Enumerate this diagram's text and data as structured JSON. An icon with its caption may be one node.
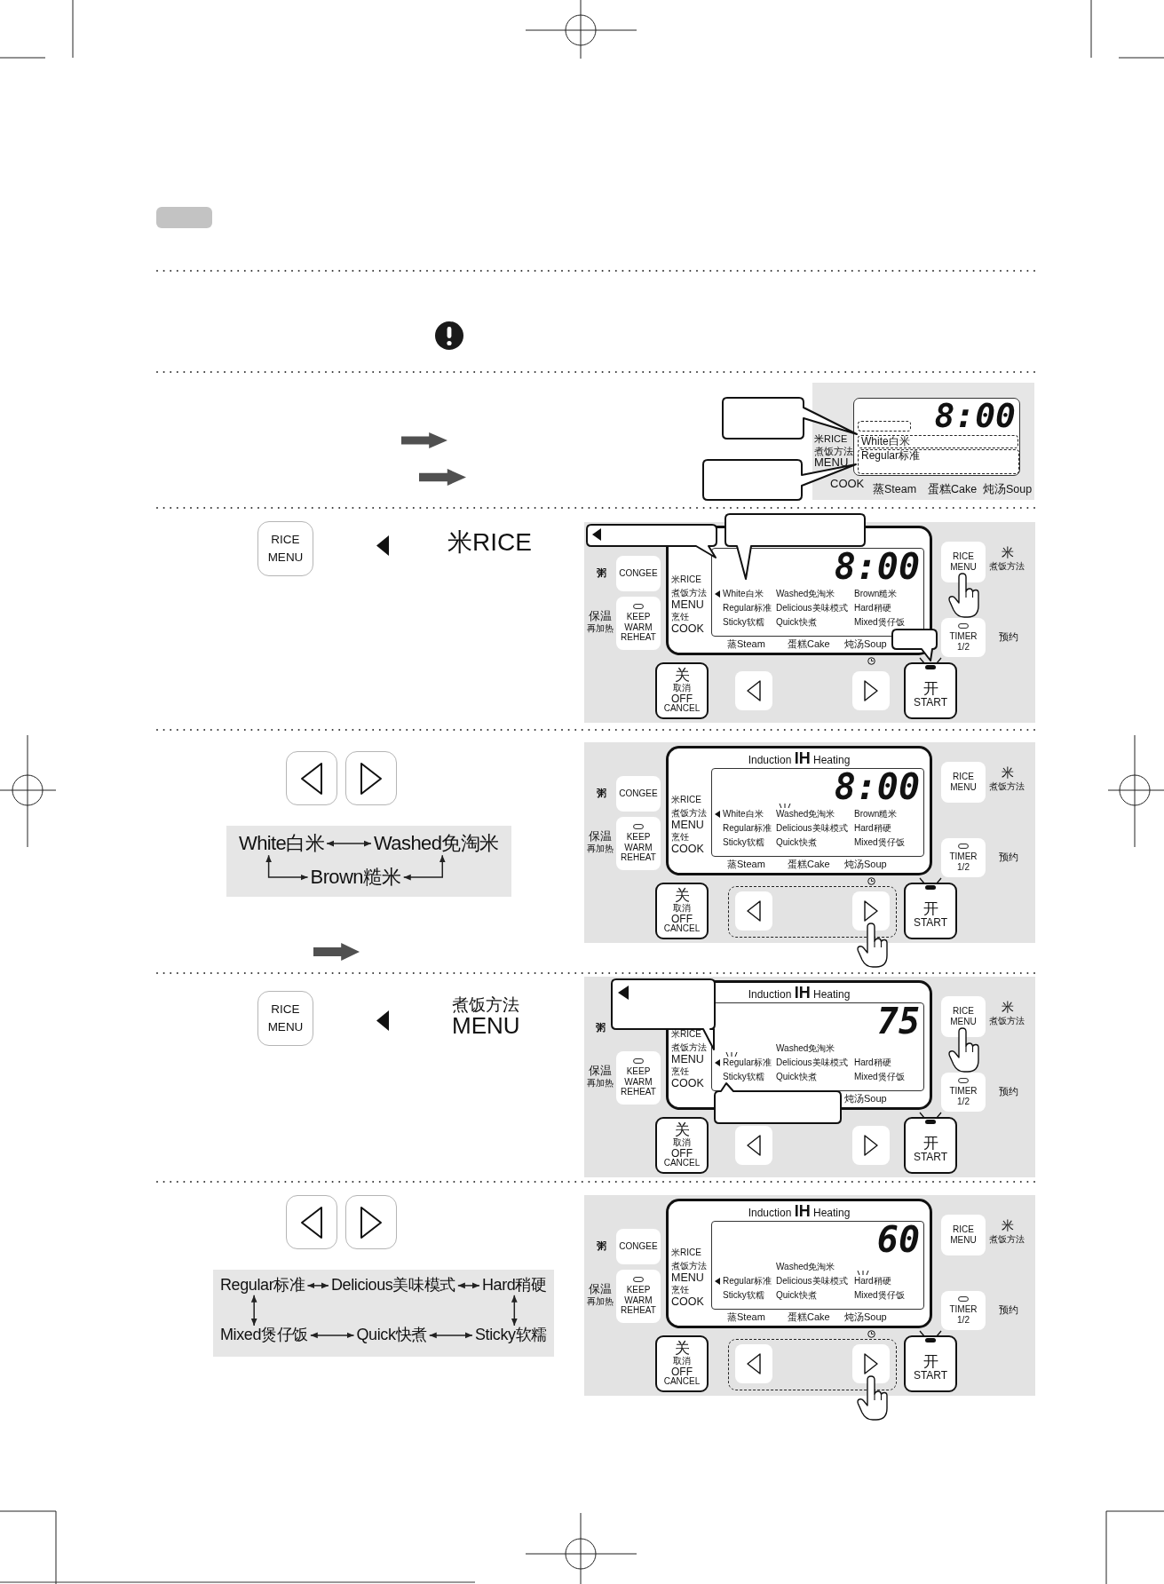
{
  "diagram": {
    "nodes": [
      {
        "text": [],
        "shape": "callout"
      },
      {
        "text": [],
        "shape": "callout"
      },
      {
        "text": [
          "米RICE",
          "煮饭方法 MENU",
          "COOK",
          "蒸Steam",
          "蛋糕Cake",
          "炖汤Soup"
        ]
      },
      {
        "text": [
          "8:00"
        ],
        "in": 2
      },
      {
        "text": [],
        "shape": "box",
        "in": 3
      },
      {
        "text": [
          "White白米"
        ],
        "in": 3
      },
      {
        "text": [
          "Regular标准"
        ],
        "in": 3
      },
      {
        "text": [
          "RICE MENU"
        ]
      },
      {
        "text": [],
        "shape": "box"
      },
      {
        "text": [],
        "shape": "callout",
        "in": 8
      },
      {
        "text": [],
        "shape": "callout"
      },
      {
        "text": [
          "米RICE",
          "煮饭方法 MENU",
          "烹饪 COOK",
          "蒸Steam",
          "蛋糕Cake",
          "炖汤Soup"
        ],
        "in": 8
      },
      {
        "text": [
          "8:00",
          "White白米",
          "Washed免淘米",
          "Brown糙米",
          "Regular标准",
          "Delicious美味模式",
          "Hard稍硬",
          "Sticky软糯",
          "Quick快煮",
          "Mixed煲仔饭"
        ],
        "in": 11
      },
      {
        "text": [
          "CONGEE"
        ],
        "beside": [
          "粥"
        ],
        "in": 8
      },
      {
        "text": [
          "KEEP WARM REHEAT"
        ],
        "beside": [
          "保温再加热"
        ],
        "in": 8
      },
      {
        "text": [
          "RICE MENU"
        ],
        "beside": [
          "米煮饭方法"
        ],
        "in": 8
      },
      {
        "text": [
          "TIMER 1/2"
        ],
        "beside": [
          "预约"
        ],
        "in": 8
      },
      {
        "text": [
          "关",
          "取消",
          "OFF",
          "CANCEL"
        ],
        "in": 8
      },
      {
        "text": [],
        "shape": "box",
        "in": 8
      },
      {
        "text": [],
        "shape": "box",
        "in": 8
      },
      {
        "text": [
          "开",
          "START"
        ],
        "in": 8
      },
      {
        "text": [],
        "shape": "callout",
        "in": 8
      },
      {
        "text": [],
        "shape": "box"
      },
      {
        "text": [],
        "shape": "box"
      },
      {
        "text": [],
        "shape": "box"
      },
      {
        "text": [
          "White白米"
        ],
        "in": 24
      },
      {
        "text": [
          "Washed免淘米"
        ],
        "in": 24
      },
      {
        "text": [
          "Brown糙米"
        ],
        "in": 24
      },
      {
        "text": [],
        "shape": "box"
      },
      {
        "text": [
          "Induction **IH** Heating",
          "米RICE",
          "煮饭方法 MENU",
          "烹饪 COOK",
          "蒸Steam",
          "蛋糕Cake",
          "炖汤Soup"
        ],
        "in": 28
      },
      {
        "text": [
          "8:00",
          "White白米",
          "Washed免淘米",
          "Brown糙米",
          "Regular标准",
          "Delicious美味模式",
          "Hard稍硬",
          "Sticky软糯",
          "Quick快煮",
          "Mixed煲仔饭"
        ],
        "in": 29
      },
      {
        "text": [
          "CONGEE"
        ],
        "beside": [
          "粥"
        ],
        "in": 28
      },
      {
        "text": [
          "KEEP WARM REHEAT"
        ],
        "beside": [
          "保温再加热"
        ],
        "in": 28
      },
      {
        "text": [
          "RICE MENU"
        ],
        "beside": [
          "米煮饭方法"
        ],
        "in": 28
      },
      {
        "text": [
          "TIMER 1/2"
        ],
        "beside": [
          "预约"
        ],
        "in": 28
      },
      {
        "text": [
          "关",
          "取消",
          "OFF",
          "CANCEL"
        ],
        "in": 28
      },
      {
        "text": [],
        "shape": "box",
        "in": 28
      },
      {
        "text": [],
        "shape": "box",
        "in": 36
      },
      {
        "text": [],
        "shape": "box",
        "in": 36
      },
      {
        "text": [
          "开",
          "START"
        ],
        "in": 28
      },
      {
        "text": [
          "RICE MENU"
        ]
      },
      {
        "text": [
          "粥"
        ]
      },
      {
        "text": [],
        "shape": "callout",
        "in": 41
      },
      {
        "text": [
          "Induction **IH** Heating",
          "米RICE",
          "煮饭方法 MENU",
          "烹饪 COOK",
          "炖汤Soup"
        ],
        "in": 41
      },
      {
        "text": [
          "75",
          "Washed免淘米",
          "Regular标准",
          "Delicious美味模式",
          "Hard稍硬",
          "Sticky软糯",
          "Quick快煮",
          "Mixed煲仔饭"
        ],
        "in": 43
      },
      {
        "text": [
          "KEEP WARM REHEAT"
        ],
        "beside": [
          "保温再加热"
        ],
        "in": 41
      },
      {
        "text": [
          "RICE MENU"
        ],
        "beside": [
          "米煮饭方法"
        ],
        "in": 41
      },
      {
        "text": [
          "TIMER 1/2"
        ],
        "beside": [
          "预约"
        ],
        "in": 41
      },
      {
        "text": [
          "关",
          "取消",
          "OFF",
          "CANCEL"
        ],
        "in": 41
      },
      {
        "text": [],
        "shape": "box",
        "in": 41
      },
      {
        "text": [],
        "shape": "box",
        "in": 41
      },
      {
        "text": [
          "开",
          "START"
        ],
        "in": 41
      },
      {
        "text": [],
        "shape": "callout",
        "in": 41
      },
      {
        "text": [],
        "shape": "box"
      },
      {
        "text": [],
        "shape": "box"
      },
      {
        "text": [],
        "shape": "box"
      },
      {
        "text": [
          "Regular标准"
        ],
        "in": 55
      },
      {
        "text": [
          "Delicious美味模式"
        ],
        "in": 55
      },
      {
        "text": [
          "Hard稍硬"
        ],
        "in": 55
      },
      {
        "text": [
          "Mixed煲仔饭"
        ],
        "in": 55
      },
      {
        "text": [
          "Quick快煮"
        ],
        "in": 55
      },
      {
        "text": [
          "Sticky软糯"
        ],
        "in": 55
      },
      {
        "text": [],
        "shape": "box"
      },
      {
        "text": [
          "Induction **IH** Heating",
          "米RICE",
          "煮饭方法 MENU",
          "烹饪 COOK",
          "蒸Steam",
          "蛋糕Cake",
          "炖汤Soup"
        ],
        "in": 62
      },
      {
        "text": [
          "60",
          "Washed免淘米",
          "Regular标准",
          "Delicious美味模式",
          "Hard稍硬",
          "Sticky软糯",
          "Quick快煮",
          "Mixed煲仔饭"
        ],
        "in": 63
      },
      {
        "text": [
          "CONGEE"
        ],
        "beside": [
          "粥"
        ],
        "in": 62
      },
      {
        "text": [
          "KEEP WARM REHEAT"
        ],
        "beside": [
          "保温再加热"
        ],
        "in": 62
      },
      {
        "text": [
          "RICE MENU"
        ],
        "beside": [
          "米煮饭方法"
        ],
        "in": 62
      },
      {
        "text": [
          "TIMER 1/2"
        ],
        "beside": [
          "预约"
        ],
        "in": 62
      },
      {
        "text": [
          "关",
          "取消",
          "OFF",
          "CANCEL"
        ],
        "in": 62
      },
      {
        "text": [],
        "shape": "box",
        "in": 62
      },
      {
        "text": [],
        "shape": "box",
        "in": 70
      },
      {
        "text": [],
        "shape": "box",
        "in": 70
      },
      {
        "text": [
          "开",
          "START"
        ],
        "in": 62
      }
    ],
    "edges": [
      {
        "from": 25,
        "to": 26,
        "arrow": "both"
      },
      {
        "from": 25,
        "to": 27,
        "arrow": "both"
      },
      {
        "from": 27,
        "to": 26,
        "arrow": "both"
      },
      {
        "from": 56,
        "to": 57,
        "arrow": "both"
      },
      {
        "from": 57,
        "to": 58,
        "arrow": "both"
      },
      {
        "from": 56,
        "to": 59,
        "arrow": "both"
      },
      {
        "from": 58,
        "to": 61,
        "arrow": "both"
      },
      {
        "from": 59,
        "to": 60,
        "arrow": "both"
      },
      {
        "from": 60,
        "to": 61,
        "arrow": "both"
      }
    ],
    "labels": [
      "米RICE",
      "煮饭方法 MENU"
    ]
  }
}
